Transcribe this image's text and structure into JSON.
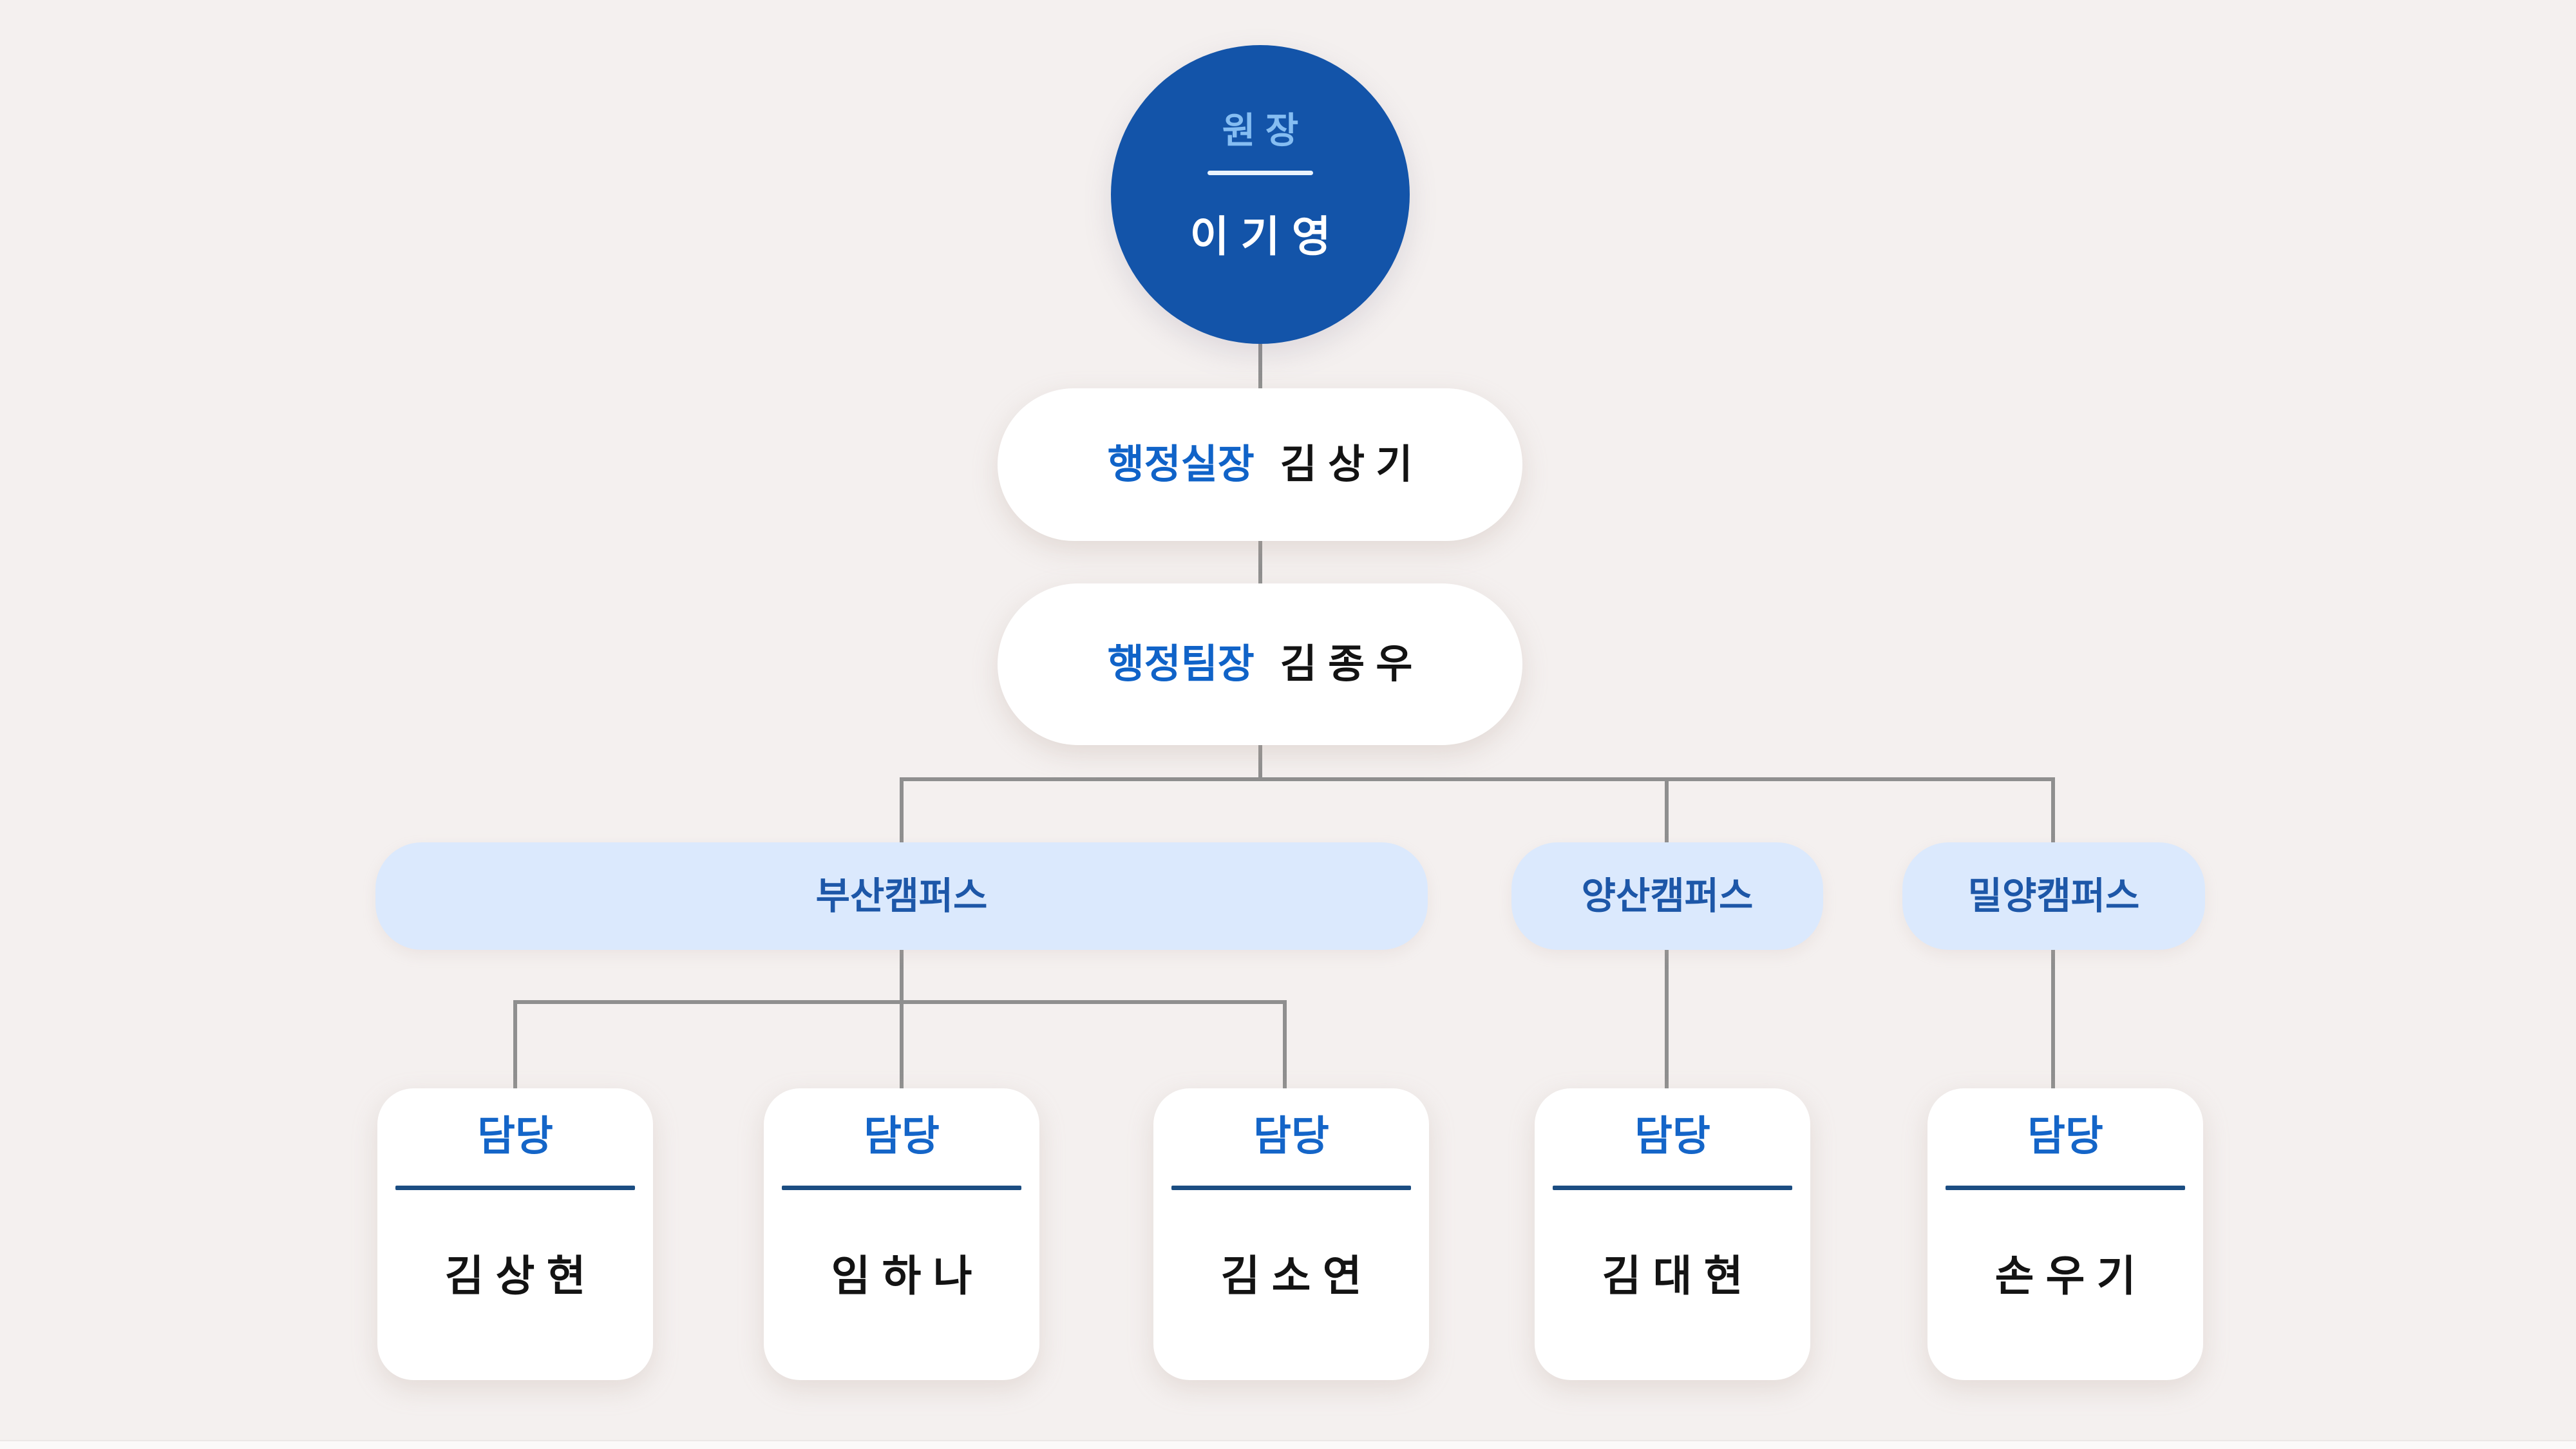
{
  "theme": {
    "background": "#f4f0ef",
    "director_circle_blue": "#1354a9",
    "director_title_blue": "#85bdf2",
    "label_blue": "#1063c8",
    "campus_pill_bg": "#dbe9fd",
    "campus_text_blue": "#1d57a8",
    "staff_divider_navy": "#1b4d82",
    "connector_gray": "#8f8f8f",
    "name_text": "#131313",
    "node_bg_white": "#ffffff"
  },
  "chart": {
    "director": {
      "title": "원 장",
      "name": "이 기 영"
    },
    "managers": [
      {
        "label": "행정실장",
        "name": "김 상 기"
      },
      {
        "label": "행정팀장",
        "name": "김 종 우"
      }
    ],
    "campuses": [
      {
        "name": "부산캠퍼스"
      },
      {
        "name": "양산캠퍼스"
      },
      {
        "name": "밀양캠퍼스"
      }
    ],
    "staff": [
      {
        "role": "담당",
        "name": "김 상 현",
        "campus": "부산캠퍼스"
      },
      {
        "role": "담당",
        "name": "임 하 나",
        "campus": "부산캠퍼스"
      },
      {
        "role": "담당",
        "name": "김 소 연",
        "campus": "부산캠퍼스"
      },
      {
        "role": "담당",
        "name": "김 대 현",
        "campus": "양산캠퍼스"
      },
      {
        "role": "담당",
        "name": "손 우 기",
        "campus": "밀양캠퍼스"
      }
    ]
  }
}
